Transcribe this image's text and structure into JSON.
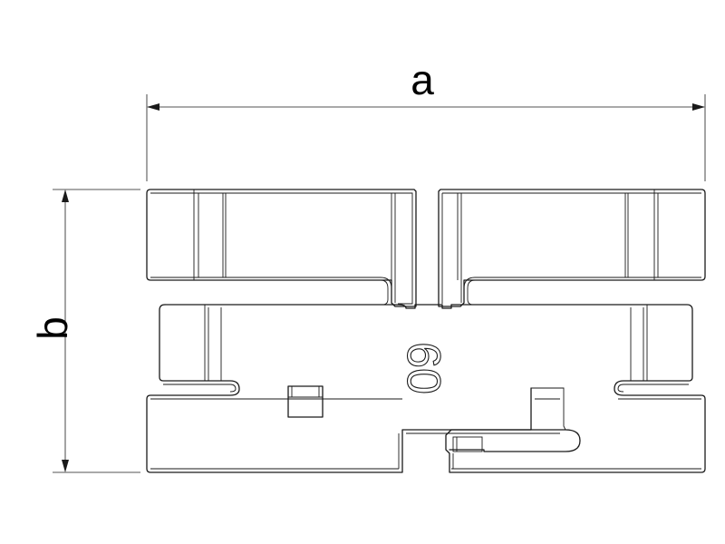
{
  "dimensions": {
    "width_label": "a",
    "height_label": "b"
  },
  "part": {
    "marking": "60"
  },
  "colors": {
    "line": "#1a1a1a",
    "background": "#ffffff"
  }
}
